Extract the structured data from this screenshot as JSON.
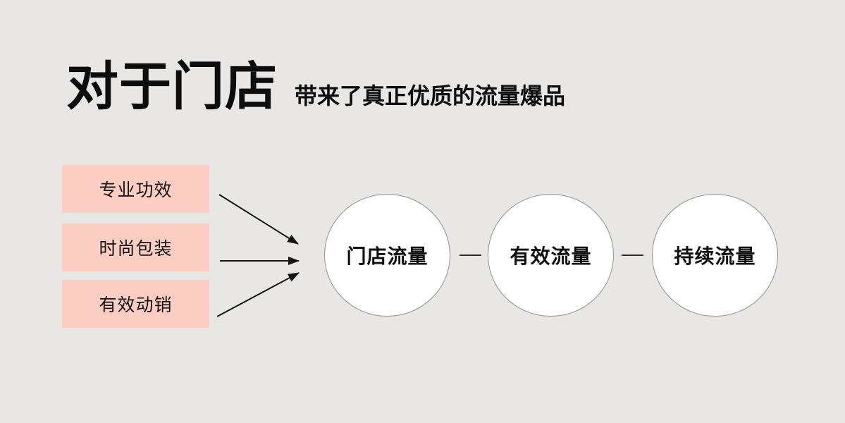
{
  "header": {
    "title": "对于门店",
    "subtitle": "带来了真正优质的流量爆品"
  },
  "features": [
    {
      "label": "专业功效"
    },
    {
      "label": "时尚包装"
    },
    {
      "label": "有效动销"
    }
  ],
  "flow_nodes": [
    {
      "label": "门店流量"
    },
    {
      "label": "有效流量"
    },
    {
      "label": "持续流量"
    }
  ],
  "diagram": {
    "connector_style": "short horizontal dash between nodes",
    "arrows": [
      {
        "from": "专业功效",
        "to": "门店流量"
      },
      {
        "from": "时尚包装",
        "to": "门店流量"
      },
      {
        "from": "有效动销",
        "to": "门店流量"
      }
    ]
  },
  "colors": {
    "background": "#e8e7e6",
    "feature_box": "#fccdc3",
    "node_fill": "#ffffff",
    "node_border": "#909090",
    "text": "#0d0d0d",
    "arrow": "#141414"
  }
}
